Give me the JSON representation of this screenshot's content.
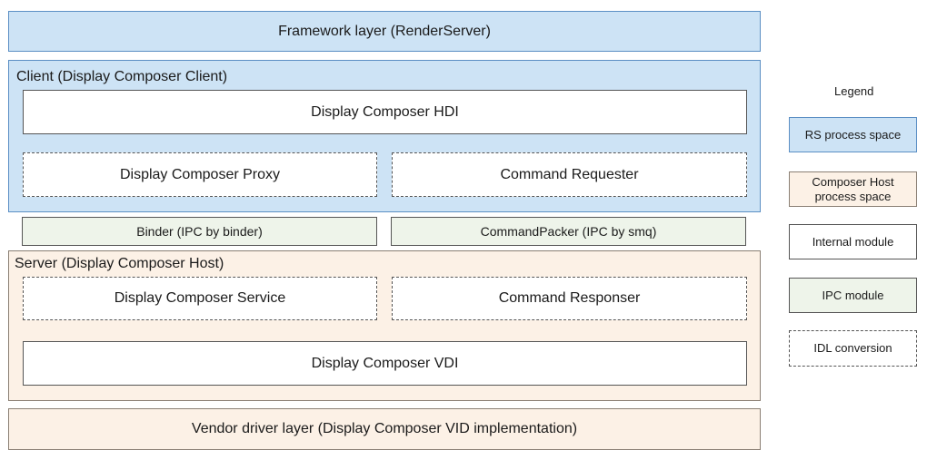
{
  "framework": {
    "label": "Framework layer (RenderServer)"
  },
  "client": {
    "title": "Client (Display Composer Client)",
    "hdi": "Display Composer HDI",
    "proxy": "Display Composer Proxy",
    "requester": "Command Requester"
  },
  "ipc": {
    "binder": "Binder (IPC by binder)",
    "packer": "CommandPacker (IPC by smq)"
  },
  "server": {
    "title": "Server (Display Composer Host)",
    "service": "Display Composer Service",
    "responser": "Command Responser",
    "vdi": "Display Composer VDI"
  },
  "vendor": {
    "label": "Vendor driver layer (Display Composer VID implementation)"
  },
  "legend": {
    "title": "Legend",
    "rs": "RS process space",
    "host_line1": "Composer Host",
    "host_line2": "process space",
    "internal": "Internal module",
    "ipc": "IPC module",
    "idl": "IDL conversion"
  },
  "colors": {
    "rs_fill": "#cde3f5",
    "rs_border": "#5b8fc4",
    "host_fill": "#fcf1e6",
    "ipc_fill": "#eef4ea",
    "internal_fill": "#ffffff"
  }
}
